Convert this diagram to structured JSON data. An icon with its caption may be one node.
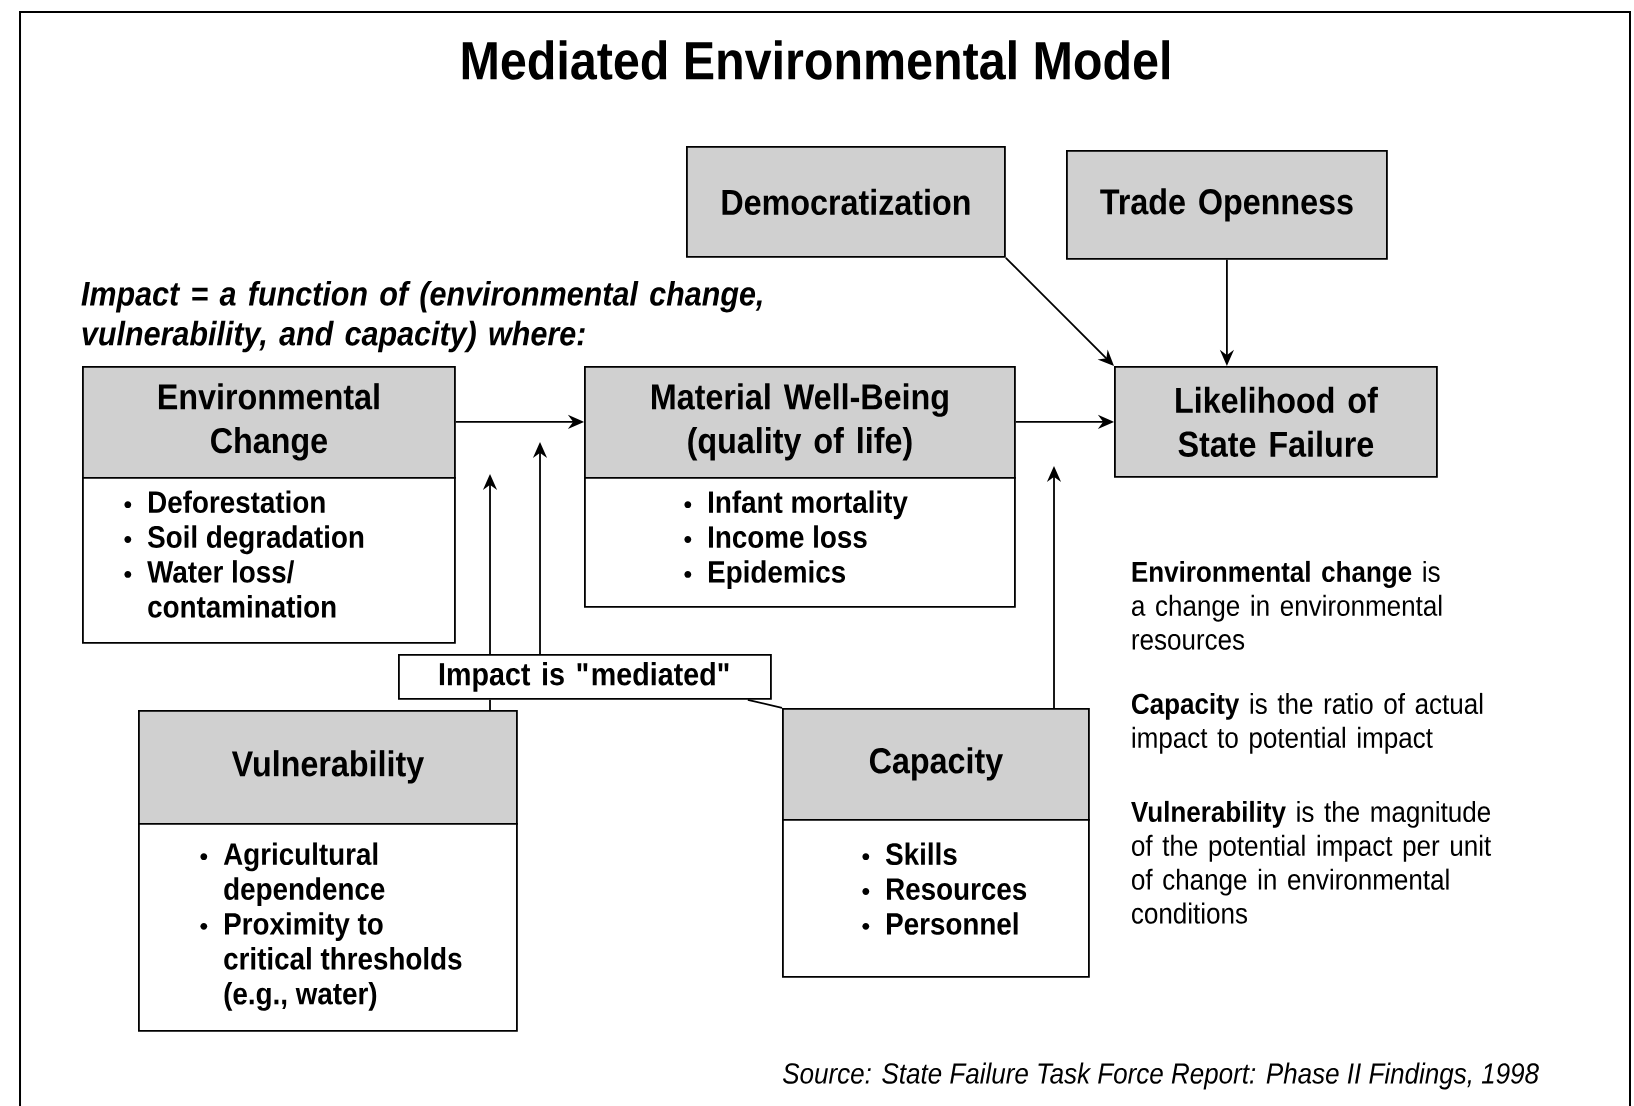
{
  "diagram": {
    "title": "Mediated Environmental Model",
    "nodes": [
      {
        "text": [
          "Democratization"
        ]
      },
      {
        "text": [
          "Trade Openness"
        ]
      },
      {
        "text": [
          "Environmental Change",
          "Deforestation",
          "Soil degradation",
          "Water loss/ contamination"
        ]
      },
      {
        "text": [
          "Material Well-Being (quality of life)",
          "Infant mortality",
          "Income loss",
          "Epidemics"
        ]
      },
      {
        "text": [
          "Likelihood of State Failure"
        ]
      },
      {
        "text": [
          "Impact is \"mediated\""
        ]
      },
      {
        "text": [
          "Vulnerability",
          "Agricultural dependence",
          "Proximity to critical thresholds (e.g., water)"
        ]
      },
      {
        "text": [
          "Capacity",
          "Skills",
          "Resources",
          "Personnel"
        ]
      }
    ],
    "edges": [
      {
        "from": 0,
        "to": 4,
        "arrow": "to"
      },
      {
        "from": 1,
        "to": 4,
        "arrow": "to"
      },
      {
        "from": 2,
        "to": 3,
        "arrow": "to"
      },
      {
        "from": 3,
        "to": 4,
        "arrow": "to"
      },
      {
        "from": 6,
        "to": null,
        "arrow": "to"
      },
      {
        "from": 5,
        "to": null,
        "arrow": "to"
      },
      {
        "from": 7,
        "to": null,
        "arrow": "to"
      },
      {
        "from": 7,
        "to": 5,
        "arrow": "none"
      }
    ],
    "labels": [
      "Impact = a function of (environmental change, vulnerability, and capacity) where:",
      "**Environmental change** is a change in environmental resources",
      "**Capacity** is the ratio of actual impact to potential impact",
      "**Vulnerability** is the magnitude of the potential impact per unit of change in environmental conditions",
      "Source: State Failure Task Force Report: Phase II Findings, 1998"
    ]
  }
}
